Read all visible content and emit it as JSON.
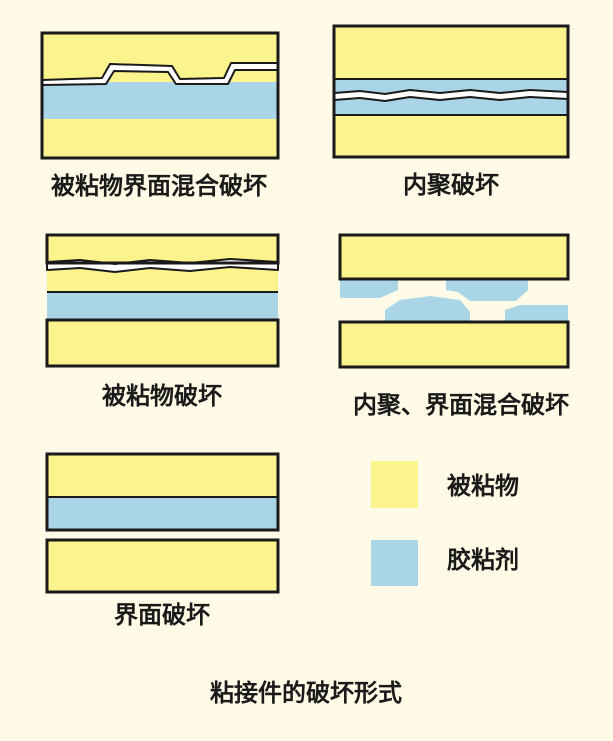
{
  "colors": {
    "background": "#fffbe6",
    "adherend": "#fbf38c",
    "adhesive": "#a9d5e6",
    "outline": "#1a1a1a",
    "crack": "#ffffff"
  },
  "panels": [
    {
      "id": "adherend-interface-mixed",
      "caption": "被粘物界面混合破坏"
    },
    {
      "id": "cohesive",
      "caption": "内聚破坏"
    },
    {
      "id": "adherend",
      "caption": "被粘物破坏"
    },
    {
      "id": "cohesive-interface-mixed",
      "caption": "内聚、界面混合破坏"
    },
    {
      "id": "interface",
      "caption": "界面破坏"
    }
  ],
  "legend": {
    "adherend_label": "被粘物",
    "adhesive_label": "胶粘剂"
  },
  "figure_caption": "粘接件的破坏形式"
}
